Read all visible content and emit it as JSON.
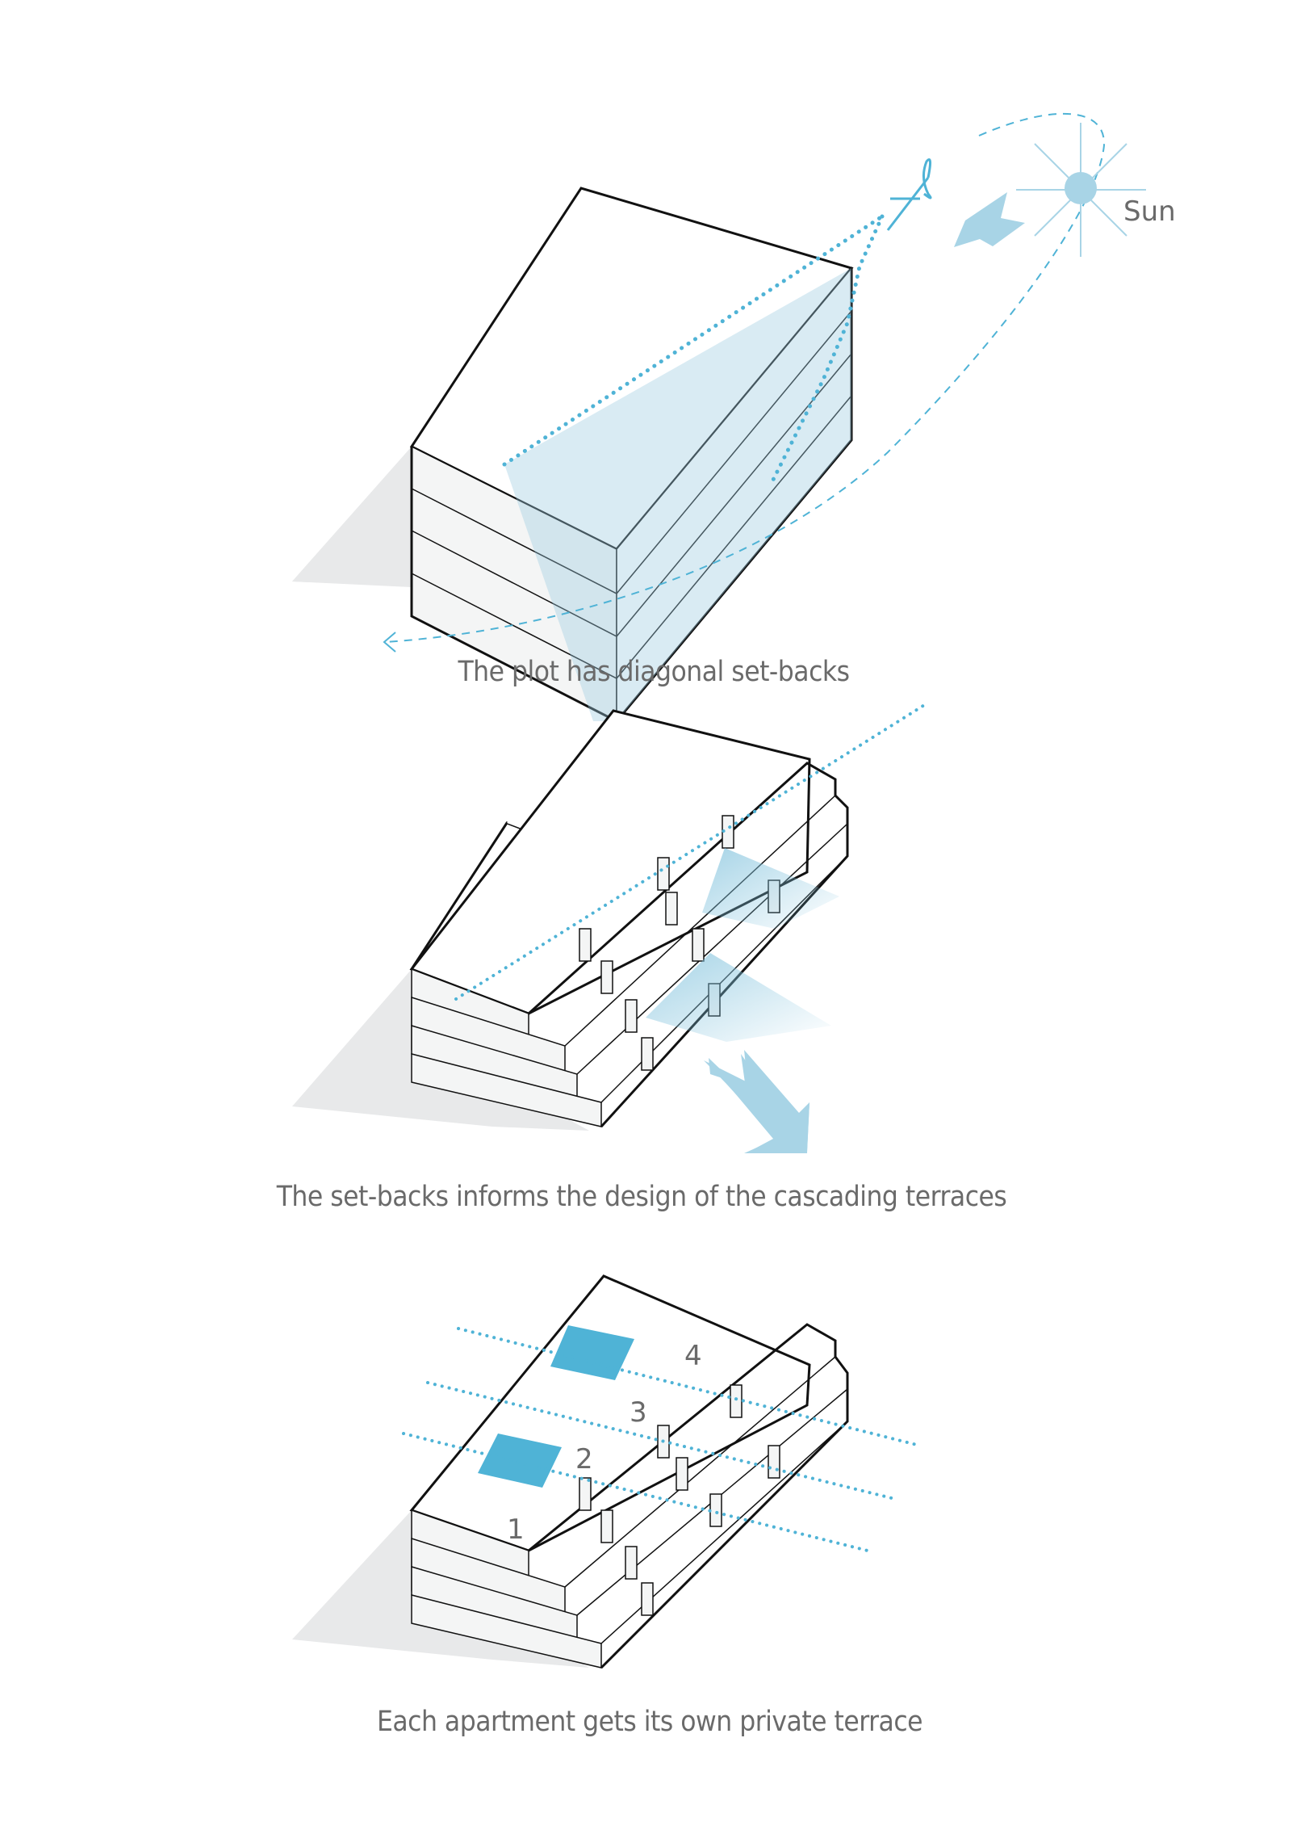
{
  "diagrams": [
    {
      "id": "plot-setbacks",
      "caption": "The plot has diagonal set-backs",
      "labels": {
        "sun": "Sun"
      },
      "icons": [
        "sun-icon",
        "sun-direction-arrow-icon",
        "sun-path-dashed-arc",
        "cut-scissors-icon",
        "setback-dotted-line"
      ]
    },
    {
      "id": "cascading-terraces",
      "caption": "The set-backs informs the design of the cascading terraces",
      "icons": [
        "setback-dotted-line",
        "light-direction-arrow-icon"
      ]
    },
    {
      "id": "private-terraces",
      "caption": "Each apartment gets its own private terrace",
      "units": [
        "1",
        "2",
        "3",
        "4"
      ],
      "icons": [
        "terrace-highlight",
        "unit-divider-dotted-line"
      ]
    }
  ],
  "colors": {
    "accent": "#4fb3d6",
    "light_accent": "#a8d4e6",
    "shade": "#d6e8f0",
    "shadow": "#e8e9ea",
    "line": "#111111",
    "text": "#6a6a6a"
  }
}
